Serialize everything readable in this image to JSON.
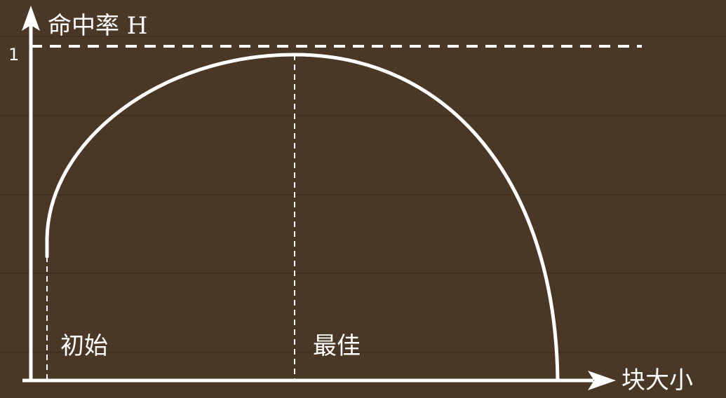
{
  "background_color": "#4a3726",
  "line_color": "#ffffff",
  "grid_color": "#3a2a1c",
  "labels": {
    "y_axis": "命中率 H",
    "x_axis": "块大小",
    "y_tick": "1",
    "initial": "初始",
    "best": "最佳"
  }
}
